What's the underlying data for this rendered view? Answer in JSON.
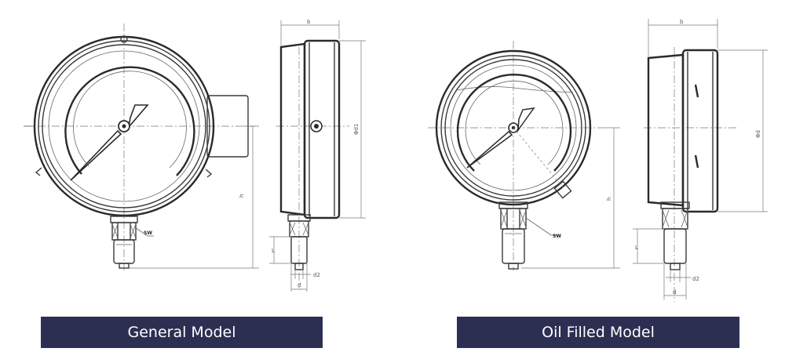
{
  "labels": {
    "general_model": "General Model",
    "oil_filled_model": "Oil Filled Model"
  },
  "dimensions": {
    "sw": "SW",
    "h": "h",
    "l": "L",
    "d": "d",
    "d2": "d2",
    "b": "b",
    "d1": "Φd1",
    "d1_side": "Φd"
  },
  "colors": {
    "label_background": "#2c2f52",
    "label_text": "#ffffff",
    "line": "#3a3a3a"
  }
}
